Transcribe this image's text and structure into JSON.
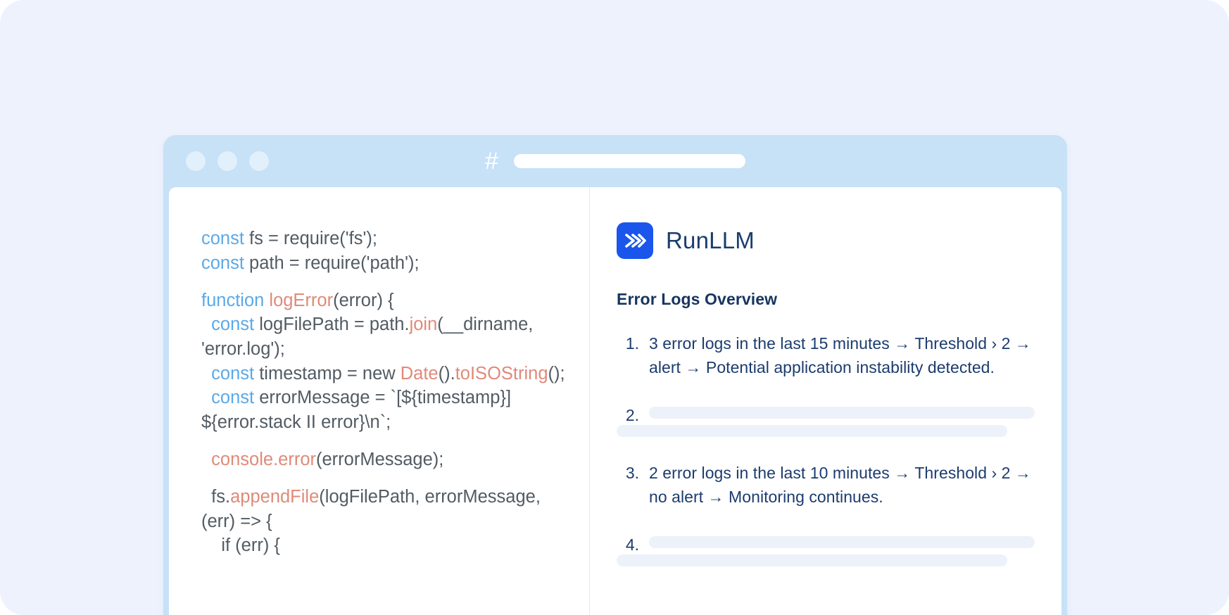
{
  "window": {
    "title_bar": {
      "traffic_lights": [
        "close-dot",
        "minimize-dot",
        "maximize-dot"
      ],
      "hash_icon": "#",
      "address_value": "",
      "address_placeholder": ""
    }
  },
  "code_panel": {
    "language": "javascript",
    "lines": [
      [
        {
          "t": "const",
          "c": "kw"
        },
        {
          "t": " fs = require('fs');",
          "c": "plain"
        }
      ],
      [
        {
          "t": "const",
          "c": "kw"
        },
        {
          "t": " path = require('path');",
          "c": "plain"
        }
      ],
      [
        {
          "t": "",
          "c": "blank"
        }
      ],
      [
        {
          "t": "function ",
          "c": "kw"
        },
        {
          "t": "logError",
          "c": "fn"
        },
        {
          "t": "(error) {",
          "c": "plain"
        }
      ],
      [
        {
          "t": "  const",
          "c": "kw"
        },
        {
          "t": " logFilePath = path.",
          "c": "plain"
        },
        {
          "t": "join",
          "c": "fn"
        },
        {
          "t": "(__dirname, 'error.log');",
          "c": "plain"
        }
      ],
      [
        {
          "t": "  const",
          "c": "kw"
        },
        {
          "t": " timestamp = new ",
          "c": "plain"
        },
        {
          "t": "Date",
          "c": "fn"
        },
        {
          "t": "().",
          "c": "plain"
        },
        {
          "t": "toISOString",
          "c": "fn"
        },
        {
          "t": "();",
          "c": "plain"
        }
      ],
      [
        {
          "t": "  const",
          "c": "kw"
        },
        {
          "t": " errorMessage = `[${timestamp}] ${error.stack II error}\\n`;",
          "c": "plain"
        }
      ],
      [
        {
          "t": "",
          "c": "blank"
        }
      ],
      [
        {
          "t": "  ",
          "c": "plain"
        },
        {
          "t": "console.error",
          "c": "fn"
        },
        {
          "t": "(errorMessage);",
          "c": "plain"
        }
      ],
      [
        {
          "t": "",
          "c": "blank"
        }
      ],
      [
        {
          "t": "  fs.",
          "c": "plain"
        },
        {
          "t": "appendFile",
          "c": "fn"
        },
        {
          "t": "(logFilePath, errorMessage, (err) => {",
          "c": "plain"
        }
      ],
      [
        {
          "t": "    if (err) {",
          "c": "plain"
        }
      ]
    ]
  },
  "chat_panel": {
    "brand_name": "RunLLM",
    "brand_icon": "chevrons-right-icon",
    "brand_color": "#1a56eb",
    "heading": "Error Logs Overview",
    "items": [
      {
        "marker": "1.",
        "type": "text",
        "text": "3 error logs in the last 15 minutes → Threshold › 2 → alert → Potential application instability detected."
      },
      {
        "marker": "2.",
        "type": "skeleton",
        "skeleton_lines": [
          "full",
          "offset"
        ]
      },
      {
        "marker": "3.",
        "type": "text",
        "text": "2 error logs in the last 10 minutes → Threshold › 2 → no alert → Monitoring continues."
      },
      {
        "marker": "4.",
        "type": "skeleton",
        "skeleton_lines": [
          "full",
          "offset"
        ]
      }
    ]
  },
  "colors": {
    "canvas": "#edf2fd",
    "window_chrome": "#c7e1f7",
    "code_keyword": "#5aa9e8",
    "code_function": "#e08a78",
    "code_plain": "#525b63",
    "chat_text": "#1b3c6e",
    "skeleton": "#edf1f9"
  }
}
